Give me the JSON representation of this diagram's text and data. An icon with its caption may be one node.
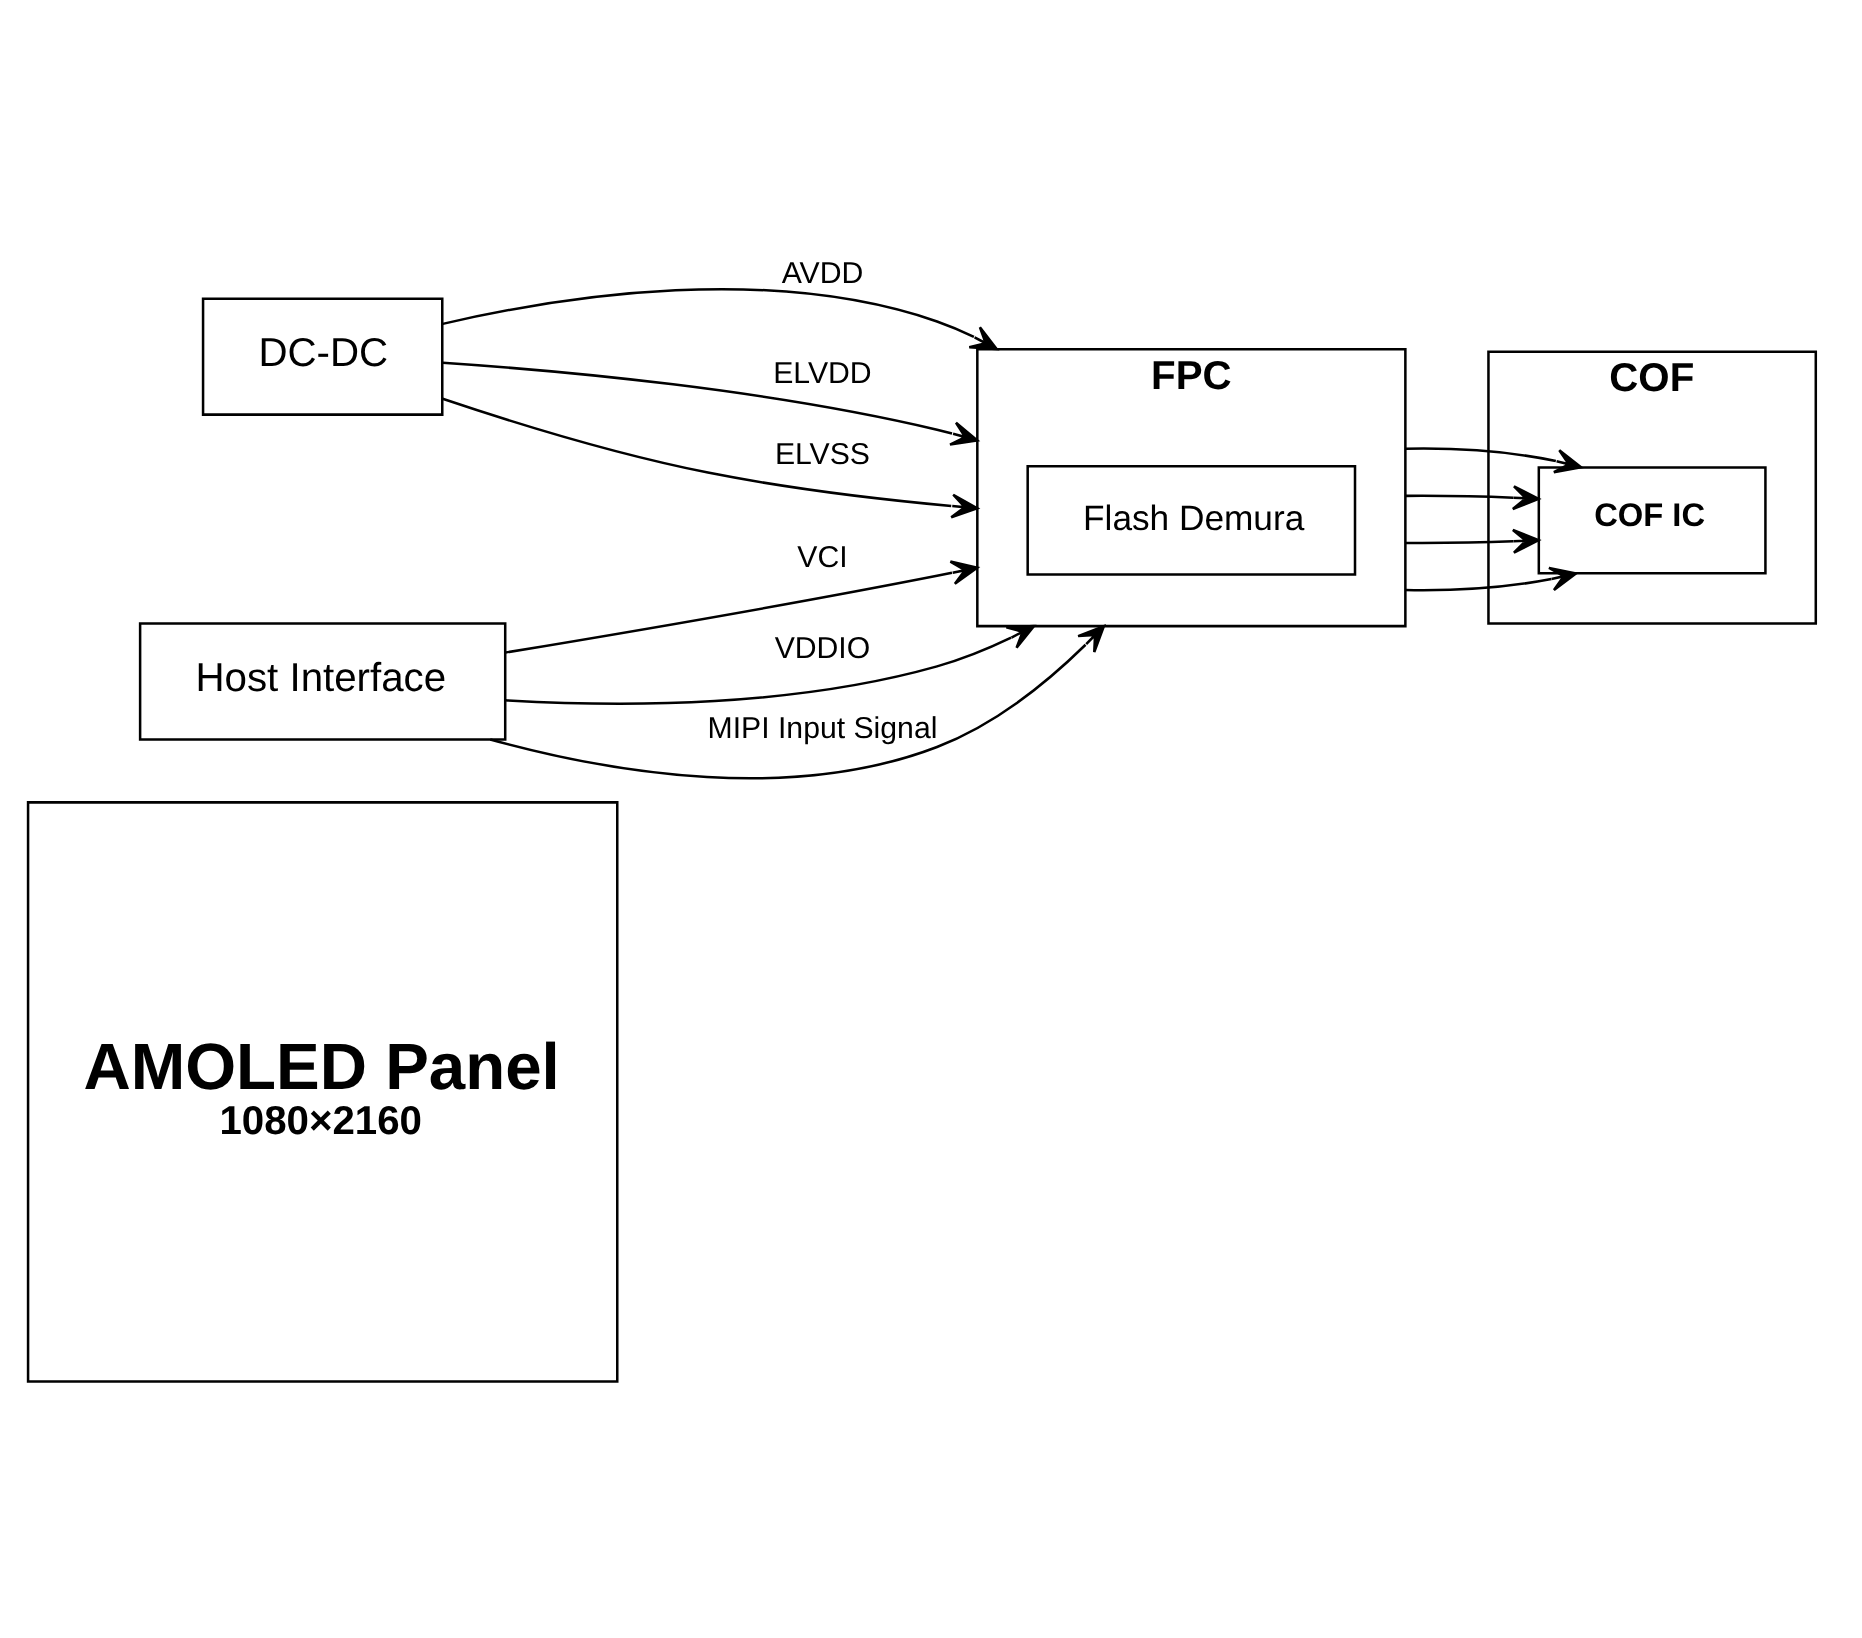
{
  "diagram": {
    "nodes": [
      {
        "text": [
          "AMOLED Panel",
          "1080×2160"
        ]
      },
      {
        "text": [
          "COF"
        ]
      },
      {
        "text": [
          "COF IC"
        ],
        "in": 1
      },
      {
        "text": [
          "FPC"
        ]
      },
      {
        "text": [
          "Flash Demura"
        ],
        "in": 3
      },
      {
        "text": [
          "DC-DC"
        ]
      },
      {
        "text": [
          "Host Interface"
        ]
      }
    ],
    "edges": [
      {
        "from": 5,
        "to": 3,
        "arrow": "to",
        "label": "AVDD"
      },
      {
        "from": 5,
        "to": 3,
        "arrow": "to",
        "label": "ELVDD"
      },
      {
        "from": 5,
        "to": 3,
        "arrow": "to",
        "label": "ELVSS"
      },
      {
        "from": 6,
        "to": 3,
        "arrow": "to",
        "label": "VCI"
      },
      {
        "from": 6,
        "to": 3,
        "arrow": "to",
        "label": "VDDIO"
      },
      {
        "from": 6,
        "to": 3,
        "arrow": "to",
        "label": "MIPI Input Signal"
      },
      {
        "from": 3,
        "to": 2,
        "arrow": "to"
      },
      {
        "from": 3,
        "to": 2,
        "arrow": "to"
      },
      {
        "from": 3,
        "to": 2,
        "arrow": "to"
      },
      {
        "from": 3,
        "to": 2,
        "arrow": "to"
      }
    ]
  }
}
